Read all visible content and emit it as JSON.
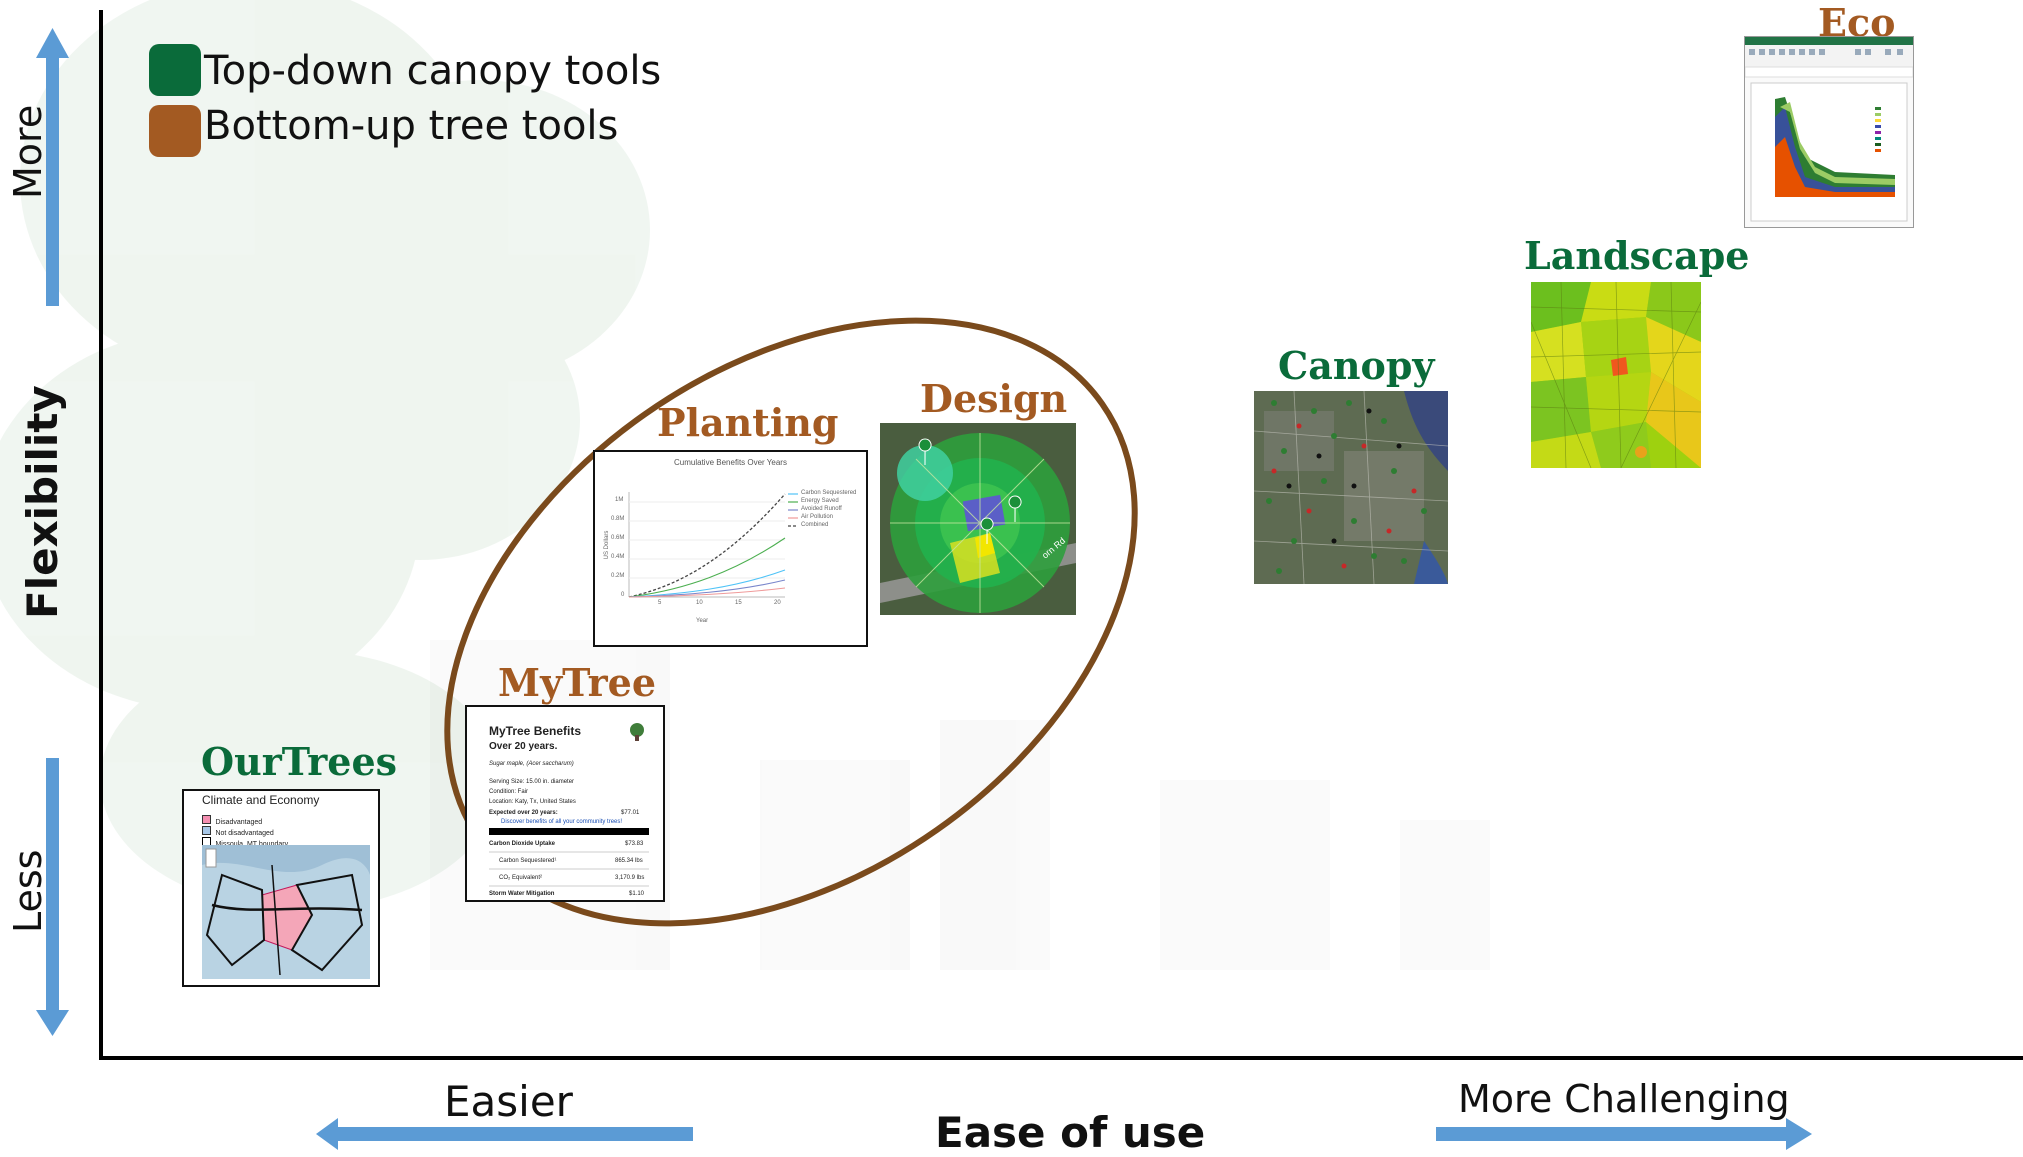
{
  "colors": {
    "top_down": "#0a6b3a",
    "bottom_up": "#a35a22",
    "axis_arrow": "#5b9bd5",
    "ellipse": "#7a4a1c"
  },
  "legend": {
    "top_down_label": "Top-down canopy tools",
    "bottom_up_label": "Bottom-up tree tools"
  },
  "y_axis": {
    "title": "Flexibility",
    "high_label": "More",
    "low_label": "Less"
  },
  "x_axis": {
    "title": "Ease of use",
    "easy_label": "Easier",
    "hard_label": "More Challenging"
  },
  "tools": [
    {
      "name": "OurTrees",
      "category": "top-down"
    },
    {
      "name": "MyTree",
      "category": "bottom-up"
    },
    {
      "name": "Planting",
      "category": "bottom-up"
    },
    {
      "name": "Design",
      "category": "bottom-up"
    },
    {
      "name": "Canopy",
      "category": "top-down"
    },
    {
      "name": "Landscape",
      "category": "top-down"
    },
    {
      "name": "Eco",
      "category": "bottom-up"
    }
  ],
  "ourtrees_thumb": {
    "heading": "Climate and Economy",
    "legend": [
      "Disadvantaged",
      "Not disadvantaged",
      "Missoula, MT boundary"
    ]
  },
  "mytree_thumb": {
    "title": "MyTree Benefits",
    "subtitle": "Over 20 years.",
    "species": "Sugar maple, (Acer saccharum)",
    "info": [
      "Serving Size: 15.00 in. diameter",
      "Condition: Fair",
      "Location: Katy, Tx, United States"
    ],
    "expected_label": "Expected over 20 years:",
    "expected_value": "$77.01",
    "discover": "Discover benefits of all your community trees!",
    "rows": [
      {
        "label": "Carbon Dioxide Uptake",
        "value": "$73.83"
      },
      {
        "label": "Carbon Sequestered¹",
        "value": "865.34 lbs"
      },
      {
        "label": "CO₂ Equivalent²",
        "value": "3,170.9 lbs"
      },
      {
        "label": "Storm Water Mitigation",
        "value": "$1.10"
      }
    ]
  },
  "planting_thumb": {
    "title": "Cumulative Benefits Over Years",
    "ylabel": "US Dollars",
    "xlabel": "Year",
    "y_ticks": [
      "1M",
      "0.8M",
      "0.6M",
      "0.4M",
      "0.2M",
      "0"
    ],
    "x_ticks": [
      "5",
      "10",
      "15",
      "20"
    ],
    "series": [
      "Carbon Sequestered",
      "Energy Saved",
      "Avoided Runoff",
      "Air Pollution",
      "Combined"
    ]
  },
  "design_thumb": {
    "road_label": "orn Rd"
  }
}
